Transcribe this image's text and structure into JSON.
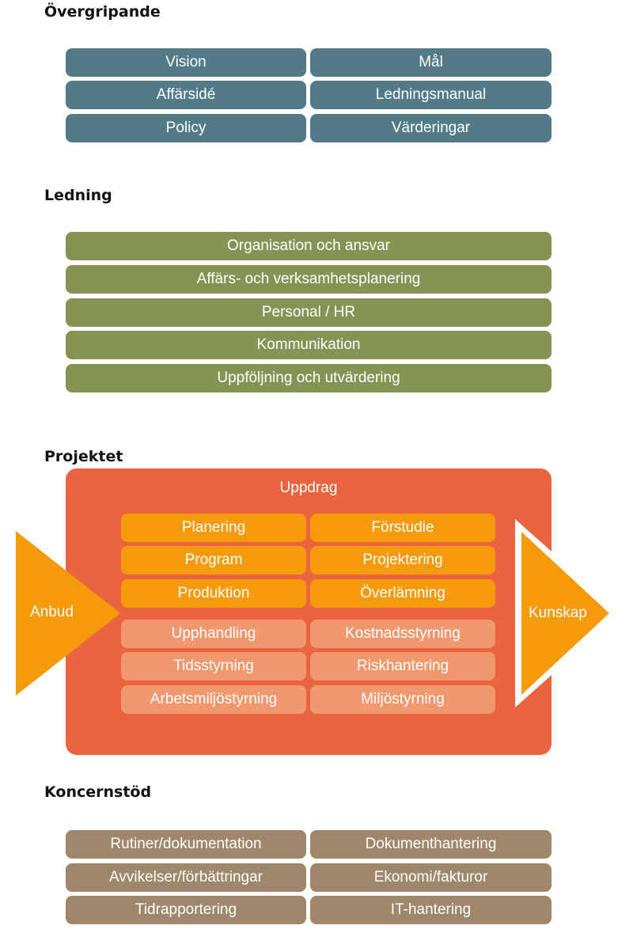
{
  "sections": {
    "overall": {
      "title": "Övergripande",
      "items": [
        "Vision",
        "Mål",
        "Affärsidé",
        "Ledningsmanual",
        "Policy",
        "Värderingar"
      ]
    },
    "management": {
      "title": "Ledning",
      "items": [
        "Organisation och ansvar",
        "Affärs- och verksamhetsplanering",
        "Personal / HR",
        "Kommunikation",
        "Uppföljning och utvärdering"
      ]
    },
    "project": {
      "title": "Projektet",
      "assignment": "Uppdrag",
      "input": "Anbud",
      "output": "Kunskap",
      "phases": [
        "Planering",
        "Förstudie",
        "Program",
        "Projektering",
        "Produktion",
        "Överlämning"
      ],
      "controls": [
        "Upphandling",
        "Kostnadsstyrning",
        "Tidsstyrning",
        "Riskhantering",
        "Arbetsmiljöstyrning",
        "Miljöstyrning"
      ]
    },
    "group_support": {
      "title": "Koncernstöd",
      "items": [
        "Rutiner/dokumentation",
        "Dokumenthantering",
        "Avvikelser/förbättringar",
        "Ekonomi/fakturor",
        "Tidrapportering",
        "IT-hantering"
      ]
    }
  },
  "colors": {
    "overall": "#527a87",
    "management": "#849454",
    "project_box": "#e9643f",
    "phases": "#f59a0a",
    "controls": "#f1986f",
    "group_support": "#9e876a"
  }
}
